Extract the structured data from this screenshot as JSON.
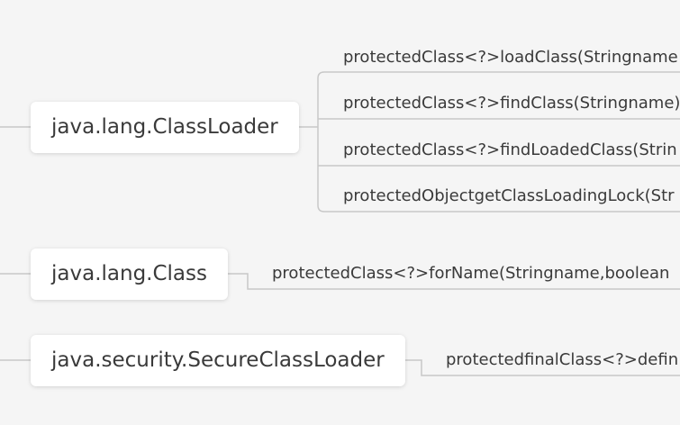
{
  "mindmap": {
    "branches": [
      {
        "label": "java.lang.ClassLoader",
        "children": [
          "protectedClass<?>loadClass(Stringname",
          "protectedClass<?>findClass(Stringname)",
          "protectedClass<?>findLoadedClass(Strin",
          "protectedObjectgetClassLoadingLock(Str"
        ]
      },
      {
        "label": "java.lang.Class",
        "children": [
          "protectedClass<?>forName(Stringname,boolean"
        ]
      },
      {
        "label": "java.security.SecureClassLoader",
        "children": [
          "protectedfinalClass<?>defin"
        ]
      }
    ]
  },
  "colors": {
    "background": "#f5f5f5",
    "connector": "#c8c8c8",
    "node_bg": "#ffffff",
    "text": "#3a3a3a"
  }
}
